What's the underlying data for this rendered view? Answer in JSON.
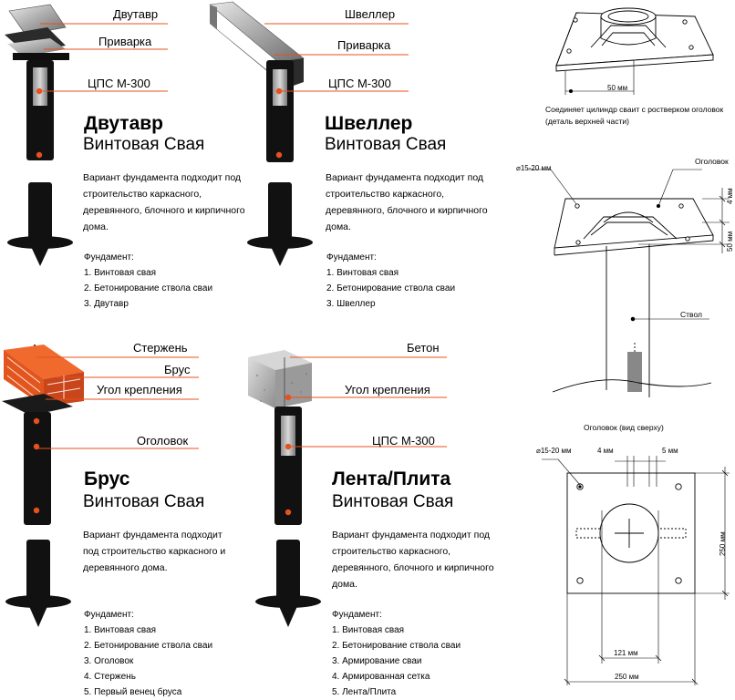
{
  "pile1": {
    "labels": [
      "Двутавр",
      "Приварка",
      "ЦПС М-300"
    ],
    "title": "Двутавр",
    "subtitle": "Винтовая Свая",
    "description": "Вариант фундамента подходит под строительство каркасного, деревянного, блочного и кирпичного дома.",
    "foundation_title": "Фундамент:",
    "foundation_items": [
      "1. Винтовая свая",
      "2. Бетонирование ствола сваи",
      "3. Двутавр"
    ]
  },
  "pile2": {
    "labels": [
      "Швеллер",
      "Приварка",
      "ЦПС М-300"
    ],
    "title": "Швеллер",
    "subtitle": "Винтовая Свая",
    "description": "Вариант фундамента подходит под строительство каркасного, деревянного, блочного и кирпичного дома.",
    "foundation_title": "Фундамент:",
    "foundation_items": [
      "1. Винтовая свая",
      "2. Бетонирование ствола сваи",
      "3. Швеллер"
    ]
  },
  "pile3": {
    "labels": [
      "Стержень",
      "Брус",
      "Угол крепления",
      "Оголовок"
    ],
    "title": "Брус",
    "subtitle": "Винтовая Свая",
    "description": "Вариант фундамента подходит под строительство каркасного и деревянного дома.",
    "foundation_title": "Фундамент:",
    "foundation_items": [
      "1. Винтовая свая",
      "2. Бетонирование ствола сваи",
      "3. Оголовок",
      "4. Стержень",
      "5. Первый венец бруса"
    ]
  },
  "pile4": {
    "labels": [
      "Бетон",
      "Угол крепления",
      "ЦПС М-300"
    ],
    "title": "Лента/Плита",
    "subtitle": "Винтовая Свая",
    "description": "Вариант фундамента подходит под строительство каркасного, деревянного, блочного и кирпичного дома.",
    "foundation_title": "Фундамент:",
    "foundation_items": [
      "1. Винтовая свая",
      "2. Бетонирование ствола сваи",
      "3. Армирование сваи",
      "4. Армированная сетка",
      "5. Лента/Плита"
    ]
  },
  "drawing_top": {
    "dim_50": "50 мм",
    "caption": "Соединяет цилиндр сваит с ростверком оголовок (деталь верхней части)"
  },
  "drawing_side": {
    "hole_dim": "15-20 мм",
    "head_label": "Оголовок",
    "dim_4": "4 мм",
    "dim_50": "50 мм",
    "shaft_label": "Ствол"
  },
  "drawing_plan": {
    "title": "Оголовок (вид сверху)",
    "hole_dim": "15-20 мм",
    "dim_4": "4 мм",
    "dim_5": "5 мм",
    "dim_250_v": "250 мм",
    "dim_121": "121 мм",
    "dim_250_h": "250 мм"
  },
  "colors": {
    "accent": "#e8501e",
    "pile": "#111111",
    "brick": "#e2561e",
    "concrete": "#b8b8b8",
    "line": "#000000"
  }
}
